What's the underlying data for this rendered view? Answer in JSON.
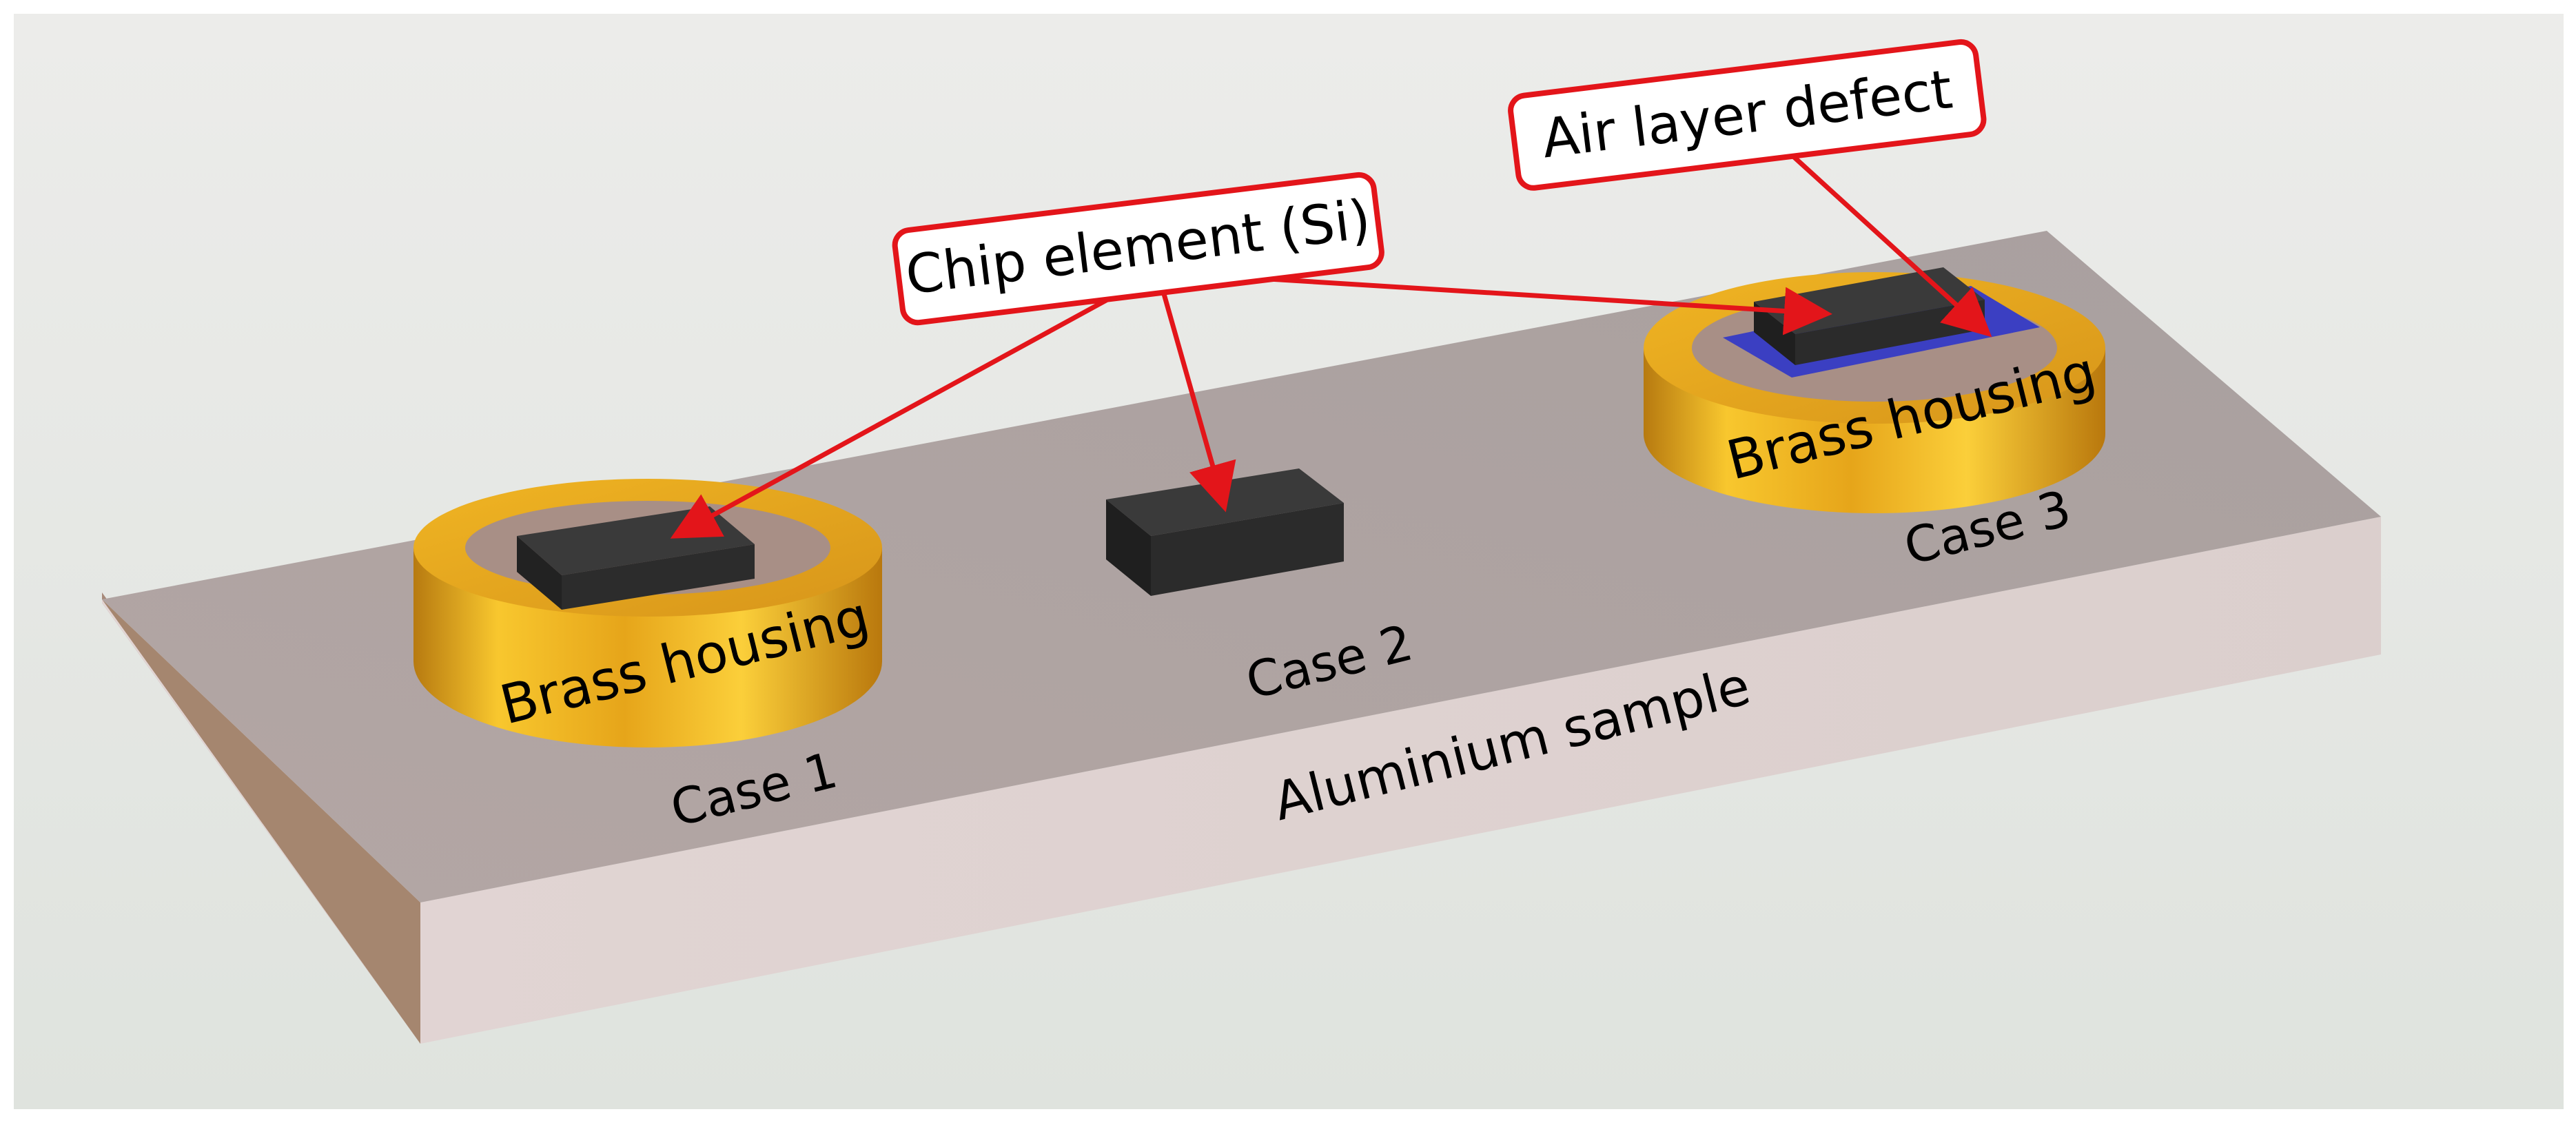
{
  "labels": {
    "chip_element": "Chip element (Si)",
    "air_layer_defect": "Air layer defect",
    "brass_housing_1": "Brass housing",
    "brass_housing_3": "Brass housing",
    "case_1": "Case 1",
    "case_2": "Case 2",
    "case_3": "Case 3",
    "aluminium_sample": "Aluminium sample"
  },
  "colors": {
    "background": "#e3e6e2",
    "plate_top": "#b2a7a5",
    "plate_front": "#ddd0cf",
    "plate_side": "#a7897a",
    "brass_light": "#f7c230",
    "brass_mid": "#e2a21a",
    "brass_dark": "#b8790e",
    "chip": "#2b2b2b",
    "air_layer": "#3b3fc2",
    "callout": "#e3151a"
  }
}
